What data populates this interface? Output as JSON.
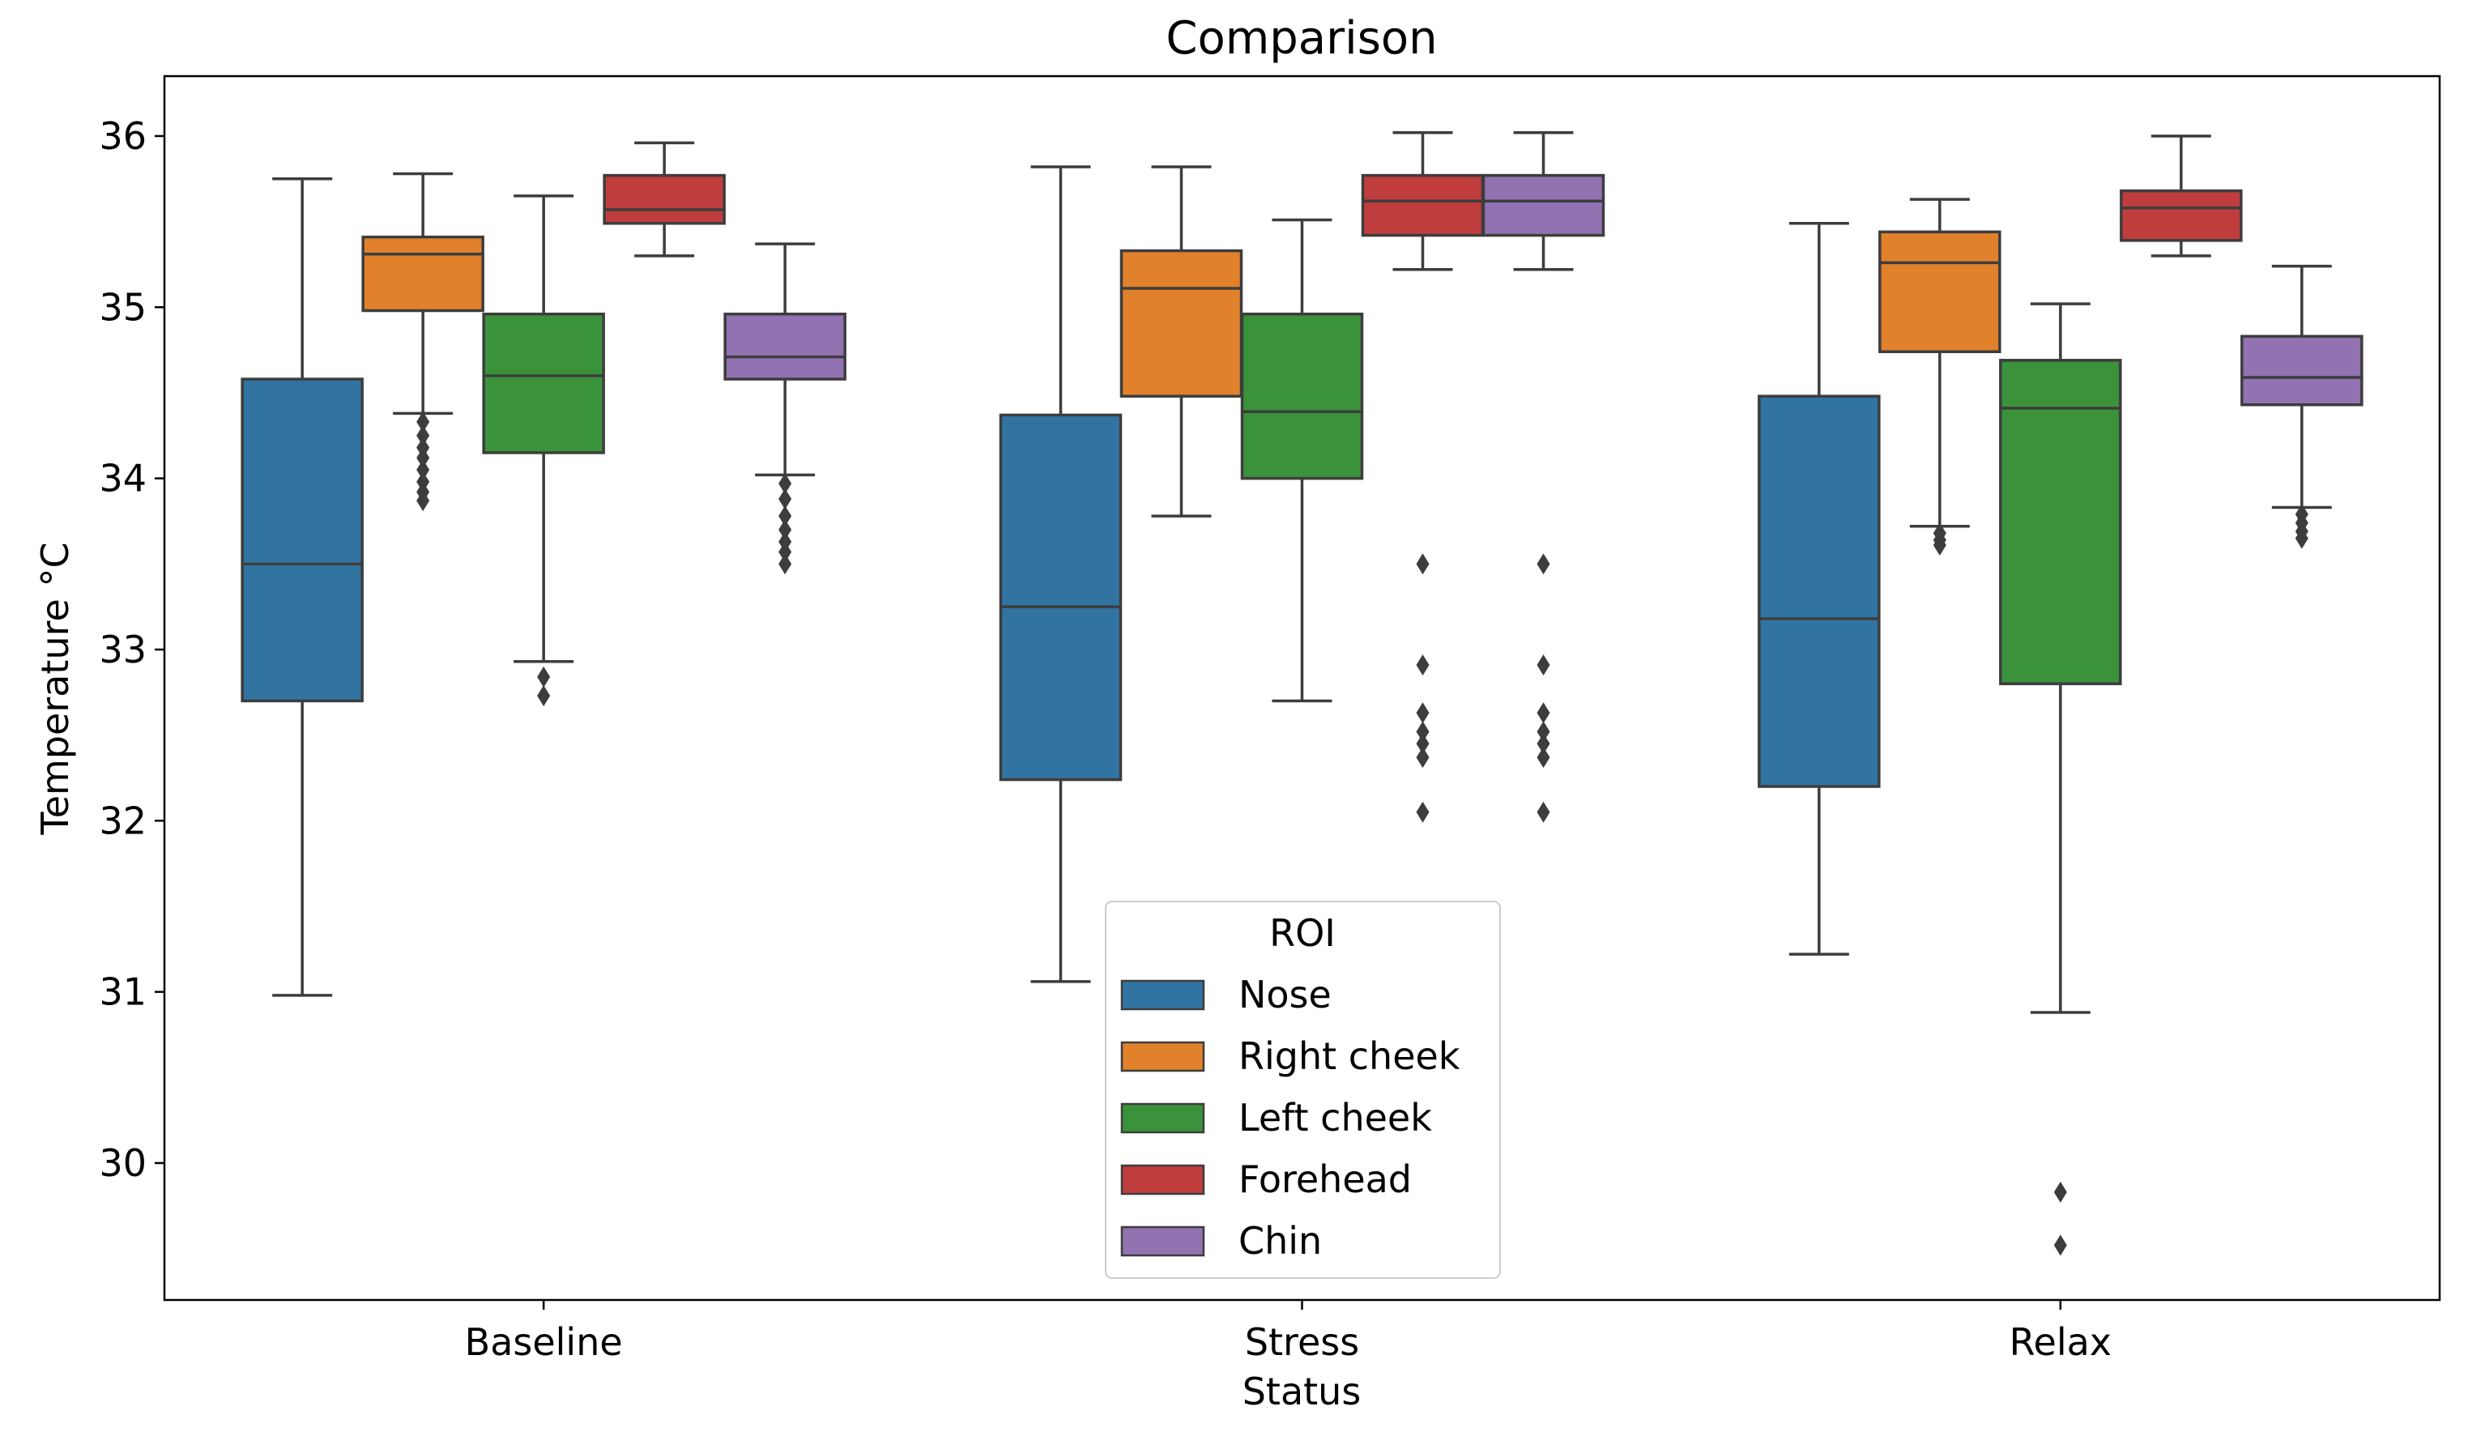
{
  "chart_data": {
    "type": "box",
    "title": "Comparison",
    "xlabel": "Status",
    "ylabel": "Temperature °C",
    "ylim": [
      29.2,
      36.35
    ],
    "yticks": [
      30,
      31,
      32,
      33,
      34,
      35,
      36
    ],
    "categories": [
      "Baseline",
      "Stress",
      "Relax"
    ],
    "grid": false,
    "legend": {
      "title": "ROI",
      "placement": "bottom-center"
    },
    "series": [
      {
        "name": "Nose",
        "color": "#3274a1",
        "boxes": [
          {
            "whislo": 30.98,
            "q1": 32.7,
            "med": 33.5,
            "q3": 34.58,
            "whishi": 35.75,
            "fliers": []
          },
          {
            "whislo": 31.06,
            "q1": 32.24,
            "med": 33.25,
            "q3": 34.37,
            "whishi": 35.82,
            "fliers": []
          },
          {
            "whislo": 31.22,
            "q1": 32.2,
            "med": 33.18,
            "q3": 34.48,
            "whishi": 35.49,
            "fliers": []
          }
        ]
      },
      {
        "name": "Right cheek",
        "color": "#e1812c",
        "boxes": [
          {
            "whislo": 34.38,
            "q1": 34.98,
            "med": 35.31,
            "q3": 35.41,
            "whishi": 35.78,
            "fliers": [
              34.33,
              34.25,
              34.18,
              34.12,
              34.05,
              33.98,
              33.92,
              33.87
            ]
          },
          {
            "whislo": 33.78,
            "q1": 34.48,
            "med": 35.11,
            "q3": 35.33,
            "whishi": 35.82,
            "fliers": []
          },
          {
            "whislo": 33.72,
            "q1": 34.74,
            "med": 35.26,
            "q3": 35.44,
            "whishi": 35.63,
            "fliers": [
              33.68,
              33.64,
              33.61
            ]
          }
        ]
      },
      {
        "name": "Left cheek",
        "color": "#3a923a",
        "boxes": [
          {
            "whislo": 32.93,
            "q1": 34.15,
            "med": 34.6,
            "q3": 34.96,
            "whishi": 35.65,
            "fliers": [
              32.84,
              32.73
            ]
          },
          {
            "whislo": 32.7,
            "q1": 34.0,
            "med": 34.39,
            "q3": 34.96,
            "whishi": 35.51,
            "fliers": []
          },
          {
            "whislo": 30.88,
            "q1": 32.8,
            "med": 34.41,
            "q3": 34.69,
            "whishi": 35.02,
            "fliers": [
              29.83,
              29.52
            ]
          }
        ]
      },
      {
        "name": "Forehead",
        "color": "#c03d3e",
        "boxes": [
          {
            "whislo": 35.3,
            "q1": 35.49,
            "med": 35.57,
            "q3": 35.77,
            "whishi": 35.96,
            "fliers": []
          },
          {
            "whislo": 35.22,
            "q1": 35.42,
            "med": 35.62,
            "q3": 35.77,
            "whishi": 36.02,
            "fliers": [
              33.5,
              32.91,
              32.63,
              32.52,
              32.45,
              32.37,
              32.05
            ]
          },
          {
            "whislo": 35.3,
            "q1": 35.39,
            "med": 35.58,
            "q3": 35.68,
            "whishi": 36.0,
            "fliers": []
          }
        ]
      },
      {
        "name": "Chin",
        "color": "#9372b2",
        "boxes": [
          {
            "whislo": 34.02,
            "q1": 34.58,
            "med": 34.71,
            "q3": 34.96,
            "whishi": 35.37,
            "fliers": [
              33.97,
              33.88,
              33.78,
              33.7,
              33.63,
              33.57,
              33.5
            ]
          },
          {
            "whislo": 35.22,
            "q1": 35.42,
            "med": 35.62,
            "q3": 35.77,
            "whishi": 36.02,
            "fliers": [
              33.5,
              32.91,
              32.63,
              32.52,
              32.45,
              32.37,
              32.05
            ]
          },
          {
            "whislo": 33.83,
            "q1": 34.43,
            "med": 34.59,
            "q3": 34.83,
            "whishi": 35.24,
            "fliers": [
              33.79,
              33.74,
              33.69,
              33.65
            ]
          }
        ]
      }
    ]
  }
}
